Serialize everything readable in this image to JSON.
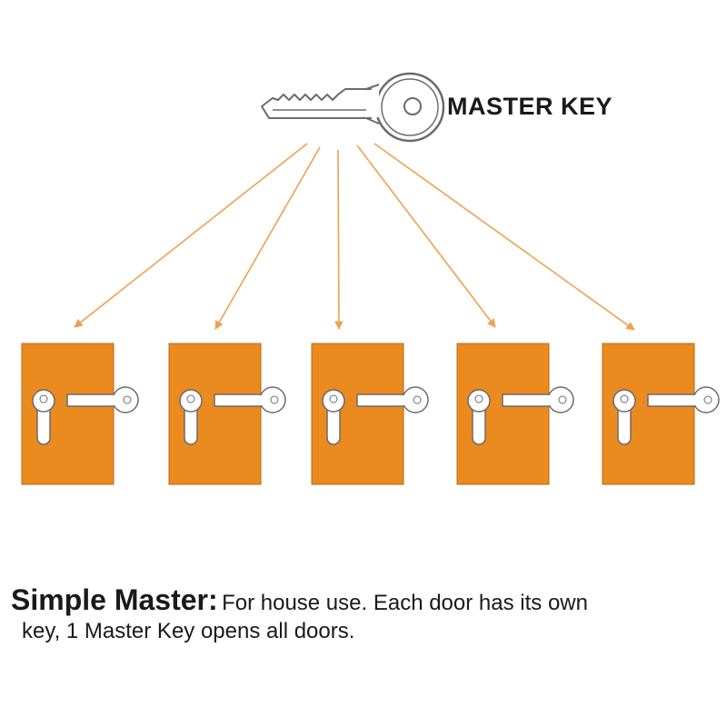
{
  "diagram": {
    "master_key_label": "MASTER KEY",
    "door_count": 5,
    "colors": {
      "door": "#ea8a1f",
      "arrow": "#f0a050",
      "key_outline": "#6b6b6b",
      "key_fill": "#ffffff",
      "text": "#1a1a1a"
    },
    "icons": {
      "master_key": "master-key-icon",
      "door": "door-icon",
      "keyhole": "cylinder-lock-icon",
      "door_key": "door-key-icon",
      "arrow": "arrow-icon"
    }
  },
  "caption": {
    "title": "Simple Master:",
    "line1": "For house use. Each door has its own",
    "line2": "key, 1 Master Key opens all doors."
  }
}
